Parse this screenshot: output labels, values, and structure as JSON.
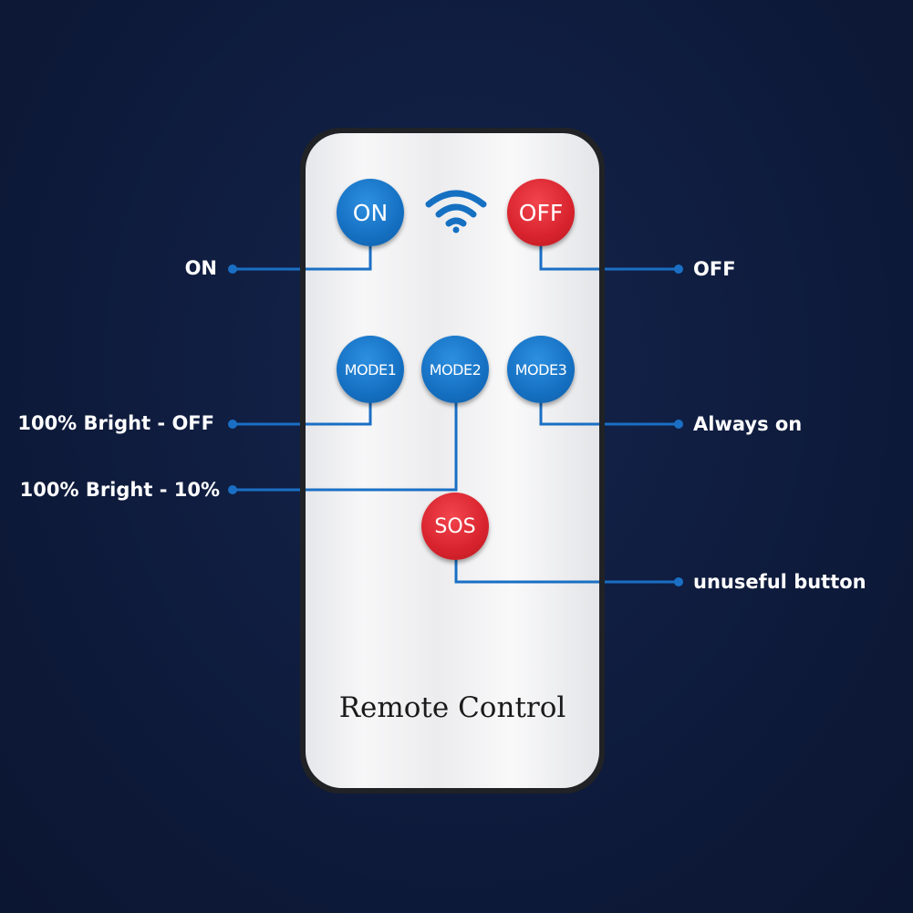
{
  "remote": {
    "title": "Remote Control",
    "signal_icon": "wifi-signal-icon",
    "buttons": [
      {
        "id": "on",
        "label": "ON",
        "color": "#1570c2"
      },
      {
        "id": "off",
        "label": "OFF",
        "color": "#d8232d"
      },
      {
        "id": "mode1",
        "label": "MODE1",
        "color": "#1570c2"
      },
      {
        "id": "mode2",
        "label": "MODE2",
        "color": "#1570c2"
      },
      {
        "id": "mode3",
        "label": "MODE3",
        "color": "#1570c2"
      },
      {
        "id": "sos",
        "label": "SOS",
        "color": "#d8232d"
      }
    ]
  },
  "callouts": {
    "on": "ON",
    "off": "OFF",
    "mode1": "100% Bright - OFF",
    "mode2": "100% Bright - 10%",
    "mode3": "Always on",
    "sos": "unuseful button"
  },
  "colors": {
    "background": "#0f1c40",
    "leader_line": "#1a6fc4",
    "label_text": "#ffffff"
  }
}
